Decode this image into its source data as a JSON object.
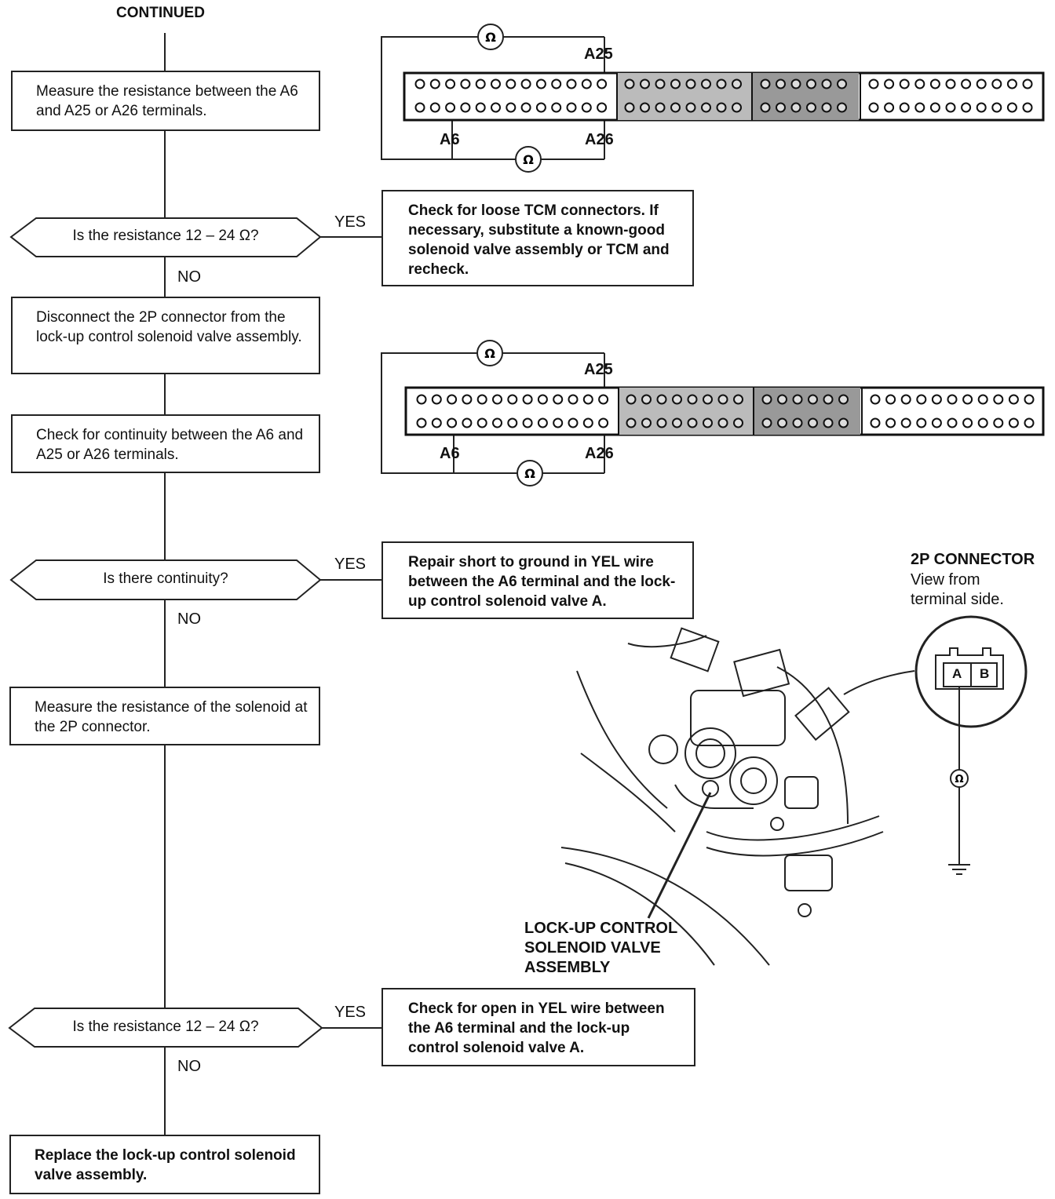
{
  "header": {
    "continued": "CONTINUED"
  },
  "steps": {
    "step1": "Measure the resistance between the A6 and A25 or A26 terminals.",
    "decision1": "Is the resistance 12 – 24 Ω?",
    "result1": "Check for loose TCM connectors. If necessary, substitute a known-good solenoid valve assembly or TCM and recheck.",
    "step2": "Disconnect the 2P connector from the lock-up control solenoid valve assembly.",
    "step3": "Check for continuity between the A6 and A25 or A26 terminals.",
    "decision2": "Is there continuity?",
    "result2": "Repair short to ground in YEL wire between the A6 terminal and the lock-up control solenoid valve A.",
    "step4": "Measure the resistance of the solenoid at the 2P connector.",
    "decision3": "Is the resistance 12 – 24 Ω?",
    "result3": "Check for open in YEL wire between the A6 terminal and the lock-up control solenoid valve A.",
    "step5": "Replace the lock-up control solenoid valve assembly."
  },
  "branches": {
    "yes": "YES",
    "no": "NO"
  },
  "connector_pins": {
    "a25": "A25",
    "a26": "A26",
    "a6": "A6"
  },
  "ohm_symbol": "Ω",
  "connector_2p": {
    "title": "2P CONNECTOR",
    "subtitle_line1": "View from",
    "subtitle_line2": "terminal side.",
    "pin_a": "A",
    "pin_b": "B"
  },
  "solenoid_label": {
    "line1": "LOCK-UP CONTROL",
    "line2": "SOLENOID VALVE",
    "line3": "ASSEMBLY"
  },
  "icons": [
    "ohmmeter-icon",
    "ground-icon"
  ]
}
